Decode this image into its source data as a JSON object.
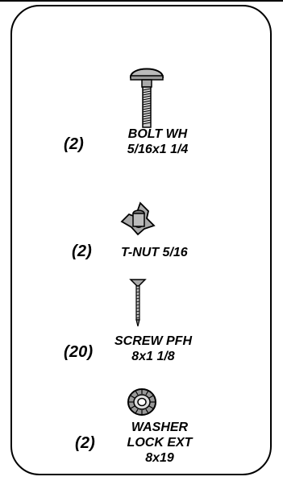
{
  "parts": [
    {
      "qty": "(2)",
      "name_line1": "BOLT WH",
      "name_line2": "5/16x1 1/4",
      "icon": "bolt-icon"
    },
    {
      "qty": "(2)",
      "name_line1": "T-NUT 5/16",
      "icon": "t-nut-icon"
    },
    {
      "qty": "(20)",
      "name_line1": "SCREW PFH",
      "name_line2": "8x1 1/8",
      "icon": "screw-icon"
    },
    {
      "qty": "(2)",
      "name_line1": "WASHER",
      "name_line2": "LOCK EXT",
      "name_line3": "8x19",
      "icon": "lock-washer-icon"
    }
  ]
}
